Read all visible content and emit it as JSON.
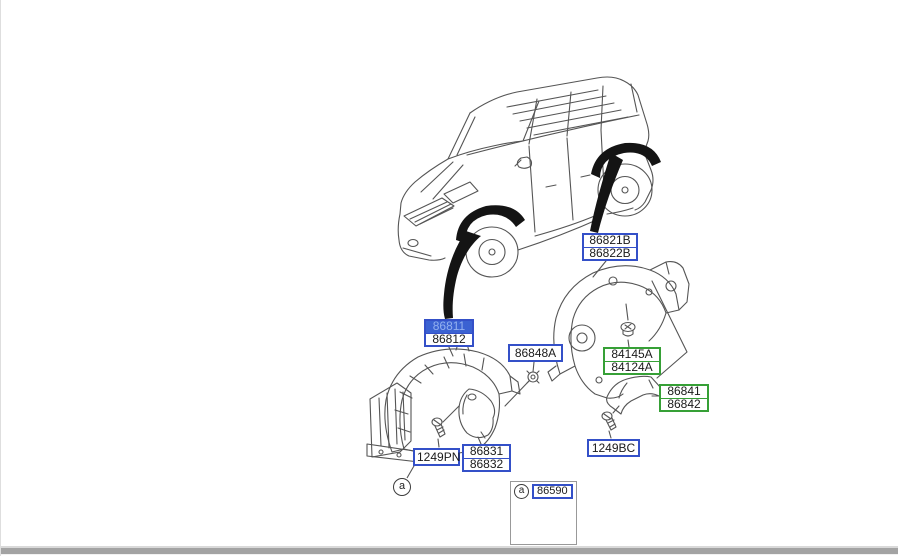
{
  "colors": {
    "accent-blue": "#3450c8",
    "selected-bg": "#3b62d2",
    "selected-text": "#93b0ef",
    "accent-green": "#36a036",
    "ink": "#1a1a1a",
    "line": "#555555"
  },
  "parts": {
    "front_liner_top": "86811",
    "front_liner_bottom": "86812",
    "front_guard_clip": "86848A",
    "rear_liner_top": "86821B",
    "rear_liner_bottom": "86822B",
    "rear_clip_top": "84145A",
    "rear_clip_bottom": "84124A",
    "rear_mudguard_top": "86841",
    "rear_mudguard_bottom": "86842",
    "front_screw": "1249PN",
    "front_mudguard_top": "86831",
    "front_mudguard_bottom": "86832",
    "rear_screw": "1249BC"
  },
  "legend": {
    "marker": "a",
    "part": "86590"
  },
  "view_marker": "a"
}
